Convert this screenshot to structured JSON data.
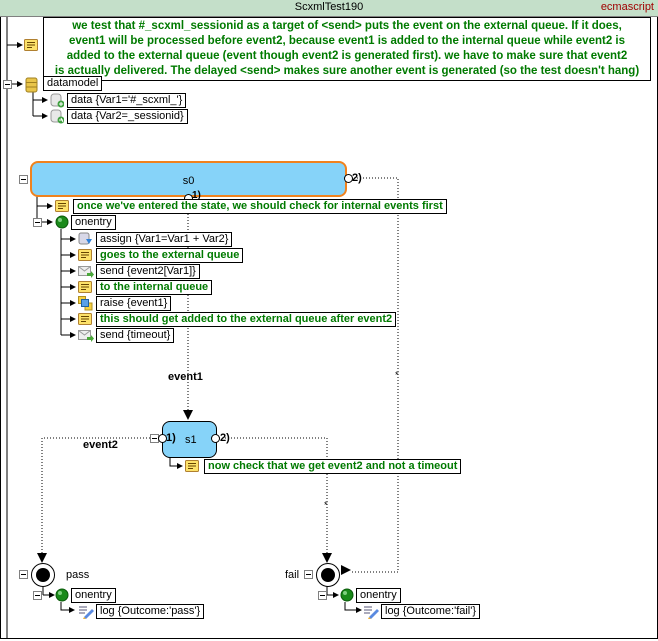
{
  "window": {
    "title": "ScxmlTest190",
    "language": "ecmascript"
  },
  "top_comment": "we test that #_scxml_sessionid as a target of <send> puts the event on the external queue.  If it does, event1 will be processed before event2, because event1 is added to the internal queue while event2 is added to the external queue (event though event2 is generated first).  we have to make sure that event2 is actually delivered.  The delayed <send> makes sure another event is generated (so the test doesn't hang)",
  "top_comment_lines": [
    "we test that #_scxml_sessionid as a target of <send> puts the event on the external queue.  If it does,",
    "event1 will be processed before event2, because event1 is added to the internal queue while event2 is",
    "added to the external queue (event though event2 is generated first).  we have to make sure that event2",
    "is actually delivered.  The delayed <send> makes sure another event is generated (so the test doesn't hang)"
  ],
  "datamodel": {
    "label": "datamodel",
    "items": [
      {
        "label": "data {Var1='#_scxml_'}",
        "icon": "data-icon"
      },
      {
        "label": "data {Var2=_sessionid}",
        "icon": "data-icon"
      }
    ]
  },
  "s0": {
    "name": "s0",
    "port1": "1)",
    "port2": "2)",
    "comment": "once we've entered the state, we should check for internal events first",
    "onentry_label": "onentry",
    "actions": [
      {
        "label": "assign {Var1=Var1 + Var2}",
        "kind": "assign",
        "icon": "assign-icon"
      },
      {
        "label": "goes to the external queue",
        "kind": "comment",
        "icon": "comment-icon"
      },
      {
        "label": "send {event2[Var1]}",
        "kind": "send",
        "icon": "send-icon"
      },
      {
        "label": "to the internal queue",
        "kind": "comment",
        "icon": "comment-icon"
      },
      {
        "label": "raise {event1}",
        "kind": "raise",
        "icon": "raise-icon"
      },
      {
        "label": "this should get added to the external queue after event2",
        "kind": "comment",
        "icon": "comment-icon"
      },
      {
        "label": "send {timeout}",
        "kind": "send",
        "icon": "send-icon"
      }
    ]
  },
  "transitions": {
    "s0_event1": "event1",
    "s0_wildcard": "*",
    "s1_event2": "event2",
    "s1_wildcard": "*"
  },
  "s1": {
    "name": "s1",
    "port1": "1)",
    "port2": "2)",
    "comment": "now check that we get event2 and not a timeout"
  },
  "pass": {
    "name": "pass",
    "onentry_label": "onentry",
    "log": "log {Outcome:'pass'}"
  },
  "fail": {
    "name": "fail",
    "onentry_label": "onentry",
    "log": "log {Outcome:'fail'}"
  },
  "colors": {
    "title_bg": "#c4dfc9",
    "state_fill": "#86d3f9",
    "state_selected_border": "#f0821e",
    "comment_text": "#007a00",
    "language_text": "#a00000"
  }
}
